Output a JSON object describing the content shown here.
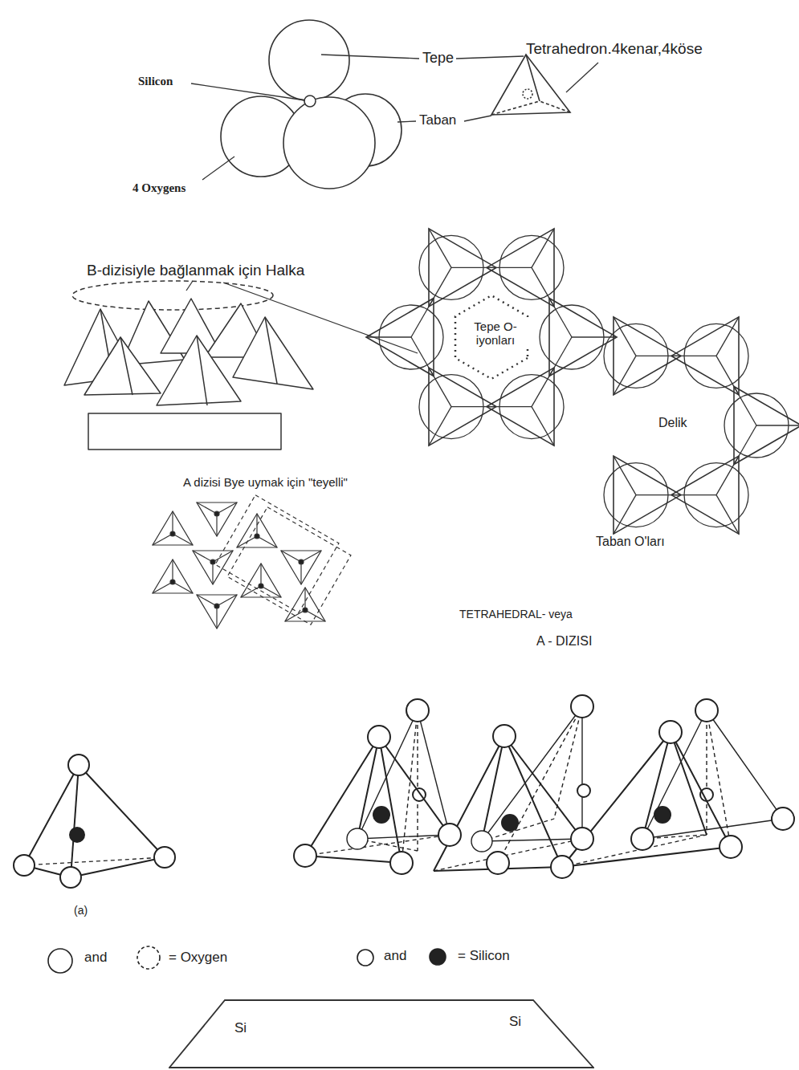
{
  "diagram": {
    "nodes": [
      {
        "text": [
          "Si",
          "Si"
        ]
      }
    ],
    "labels": [
      "Silicon",
      "Tepe",
      "Tetrahedron.4kenar,4köse",
      "Taban",
      "4 Oxygens",
      "B-dizisiyle bağlanmak için Halka",
      "Tepe O- iyonları",
      "Delik",
      "Taban O'ları",
      "A dizisi Bye uymak için \"teyelli\"",
      "TETRAHEDRAL- veya",
      "A - DIZISI",
      "(a)",
      "and",
      "= Oxygen",
      "and",
      "= Silicon"
    ]
  }
}
